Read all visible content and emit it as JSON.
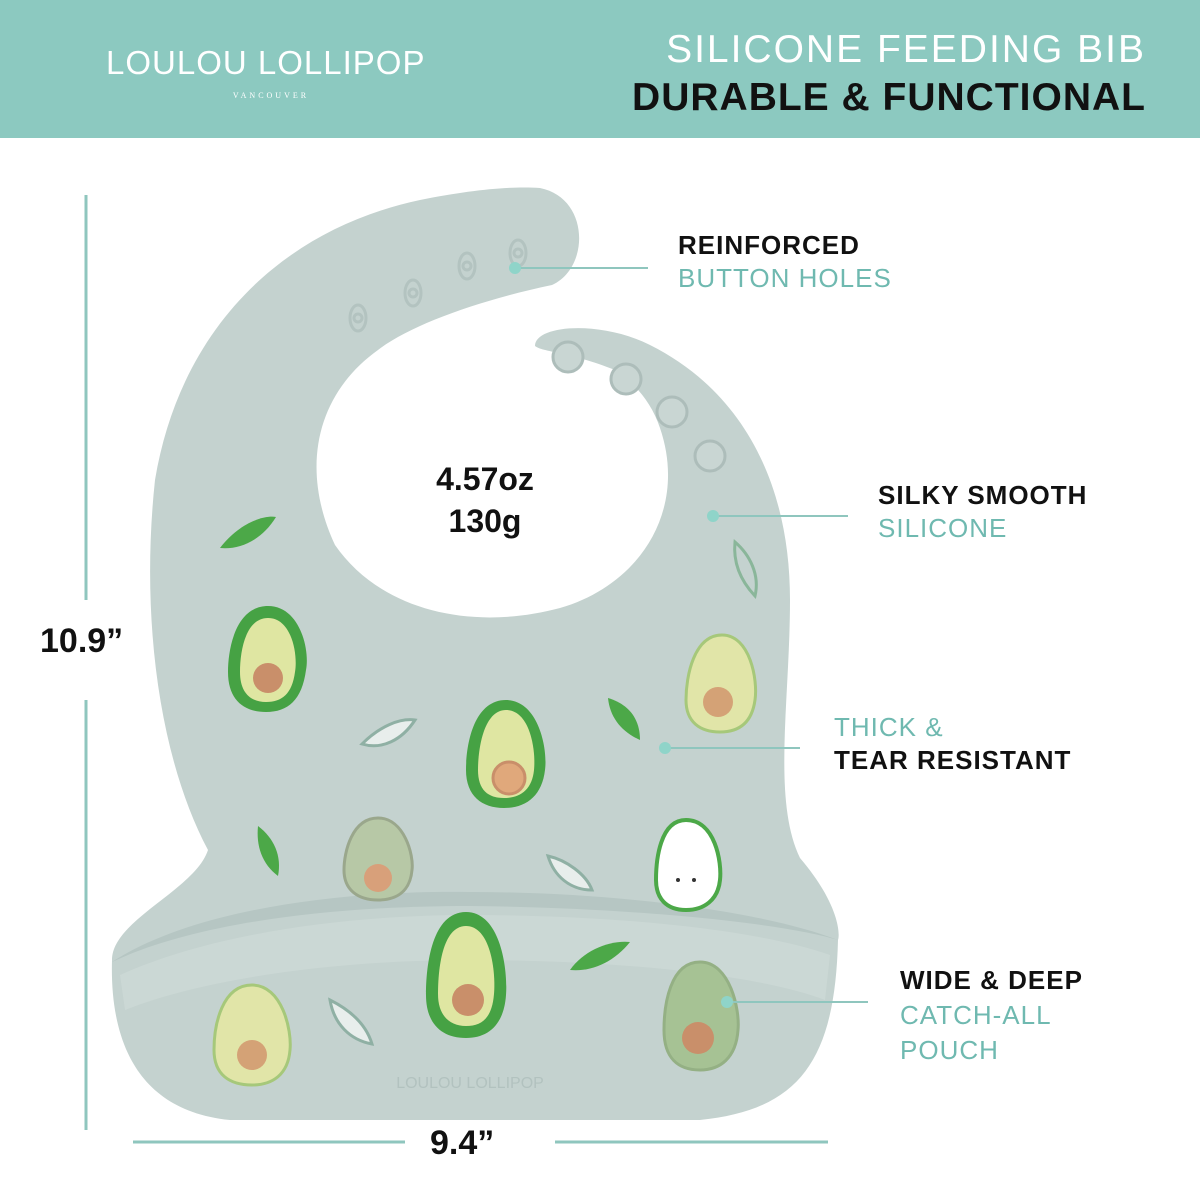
{
  "brand": {
    "name": "LOULOU LOLLIPOP",
    "location": "VANCOUVER"
  },
  "headline": {
    "line1": "SILICONE FEEDING BIB",
    "line2": "DURABLE & FUNCTIONAL"
  },
  "weight": {
    "oz": "4.57oz",
    "grams": "130g"
  },
  "dimensions": {
    "height": "10.9”",
    "width": "9.4”"
  },
  "features": [
    {
      "line1": "REINFORCED",
      "line2": "BUTTON HOLES"
    },
    {
      "line1": "SILKY SMOOTH",
      "line2": "SILICONE"
    },
    {
      "line1": "THICK &",
      "line2": "TEAR RESISTANT"
    },
    {
      "line1": "WIDE & DEEP",
      "line2": "CATCH-ALL",
      "line3": "POUCH"
    }
  ],
  "bib_imprint": "LOULOU LOLLIPOP",
  "colors": {
    "header": "#8cc9c0",
    "accent_teal": "#6fb9b0",
    "bib": "#c4d2cf",
    "avocado_green": "#3f9e3c",
    "avocado_flesh": "#dfe6a2",
    "pit": "#c98f6a"
  }
}
